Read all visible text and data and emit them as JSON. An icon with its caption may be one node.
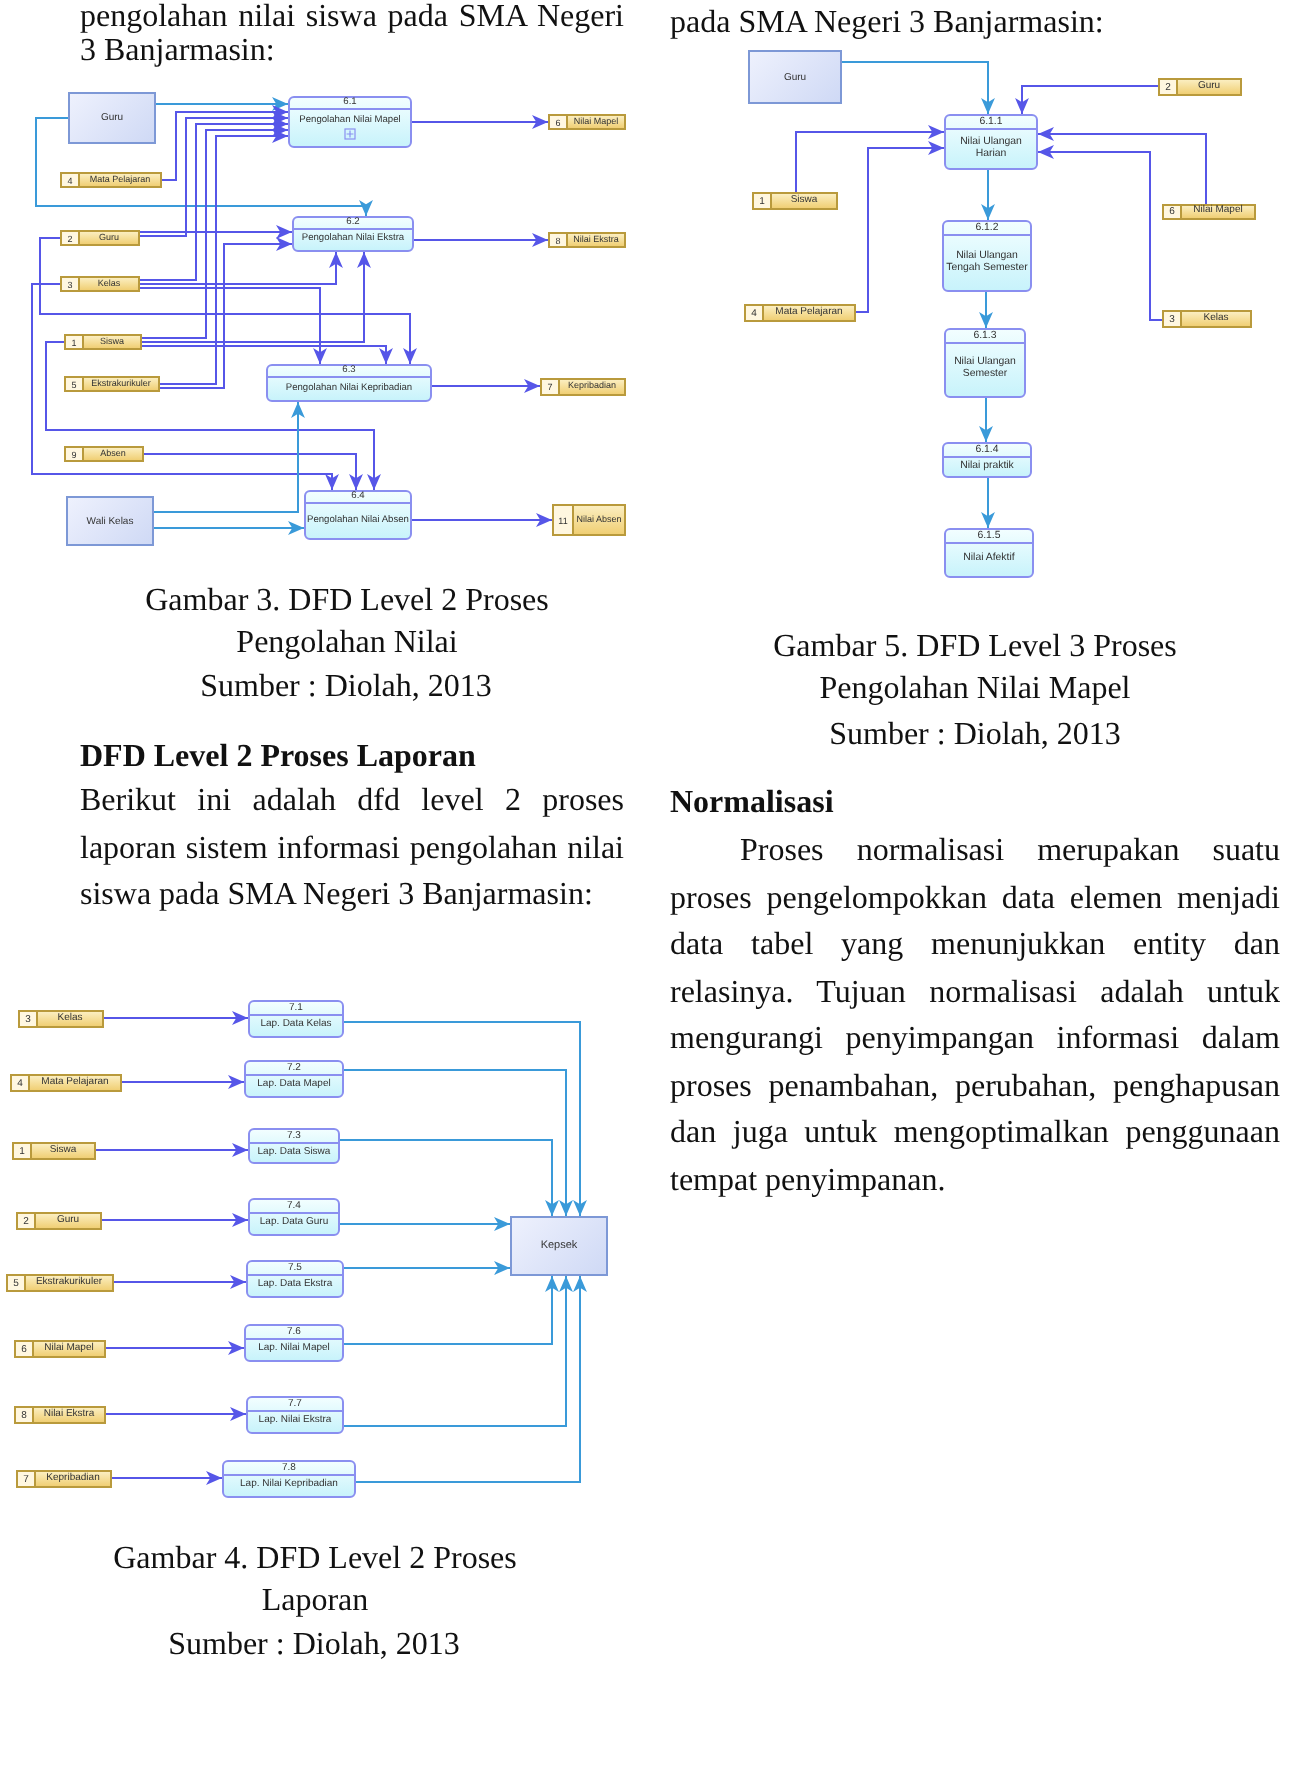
{
  "diagram": {
    "nodes": [
      {
        "text": [
          "Guru"
        ]
      },
      {
        "text": [
          "6.1",
          "Pengolahan Nilai Mapel"
        ]
      },
      {
        "text": [
          "6",
          "Nilai Mapel"
        ]
      },
      {
        "text": [
          "4",
          "Mata Pelajaran"
        ]
      },
      {
        "text": [
          "2",
          "Guru"
        ]
      },
      {
        "text": [
          "6.2",
          "Pengolahan Nilai Ekstra"
        ]
      },
      {
        "text": [
          "8",
          "Nilai Ekstra"
        ]
      },
      {
        "text": [
          "3",
          "Kelas"
        ]
      },
      {
        "text": [
          "1",
          "Siswa"
        ]
      },
      {
        "text": [
          "5",
          "Ekstrakurikuler"
        ]
      },
      {
        "text": [
          "6.3",
          "Pengolahan Nilai Kepribadian"
        ]
      },
      {
        "text": [
          "7",
          "Kepribadian"
        ]
      },
      {
        "text": [
          "9",
          "Absen"
        ]
      },
      {
        "text": [
          "Wali Kelas"
        ]
      },
      {
        "text": [
          "6.4",
          "Pengolahan Nilai Absen"
        ]
      },
      {
        "text": [
          "11",
          "Nilai Absen"
        ]
      },
      {
        "text": [
          "3",
          "Kelas"
        ]
      },
      {
        "text": [
          "7.1",
          "Lap. Data Kelas"
        ]
      },
      {
        "text": [
          "4",
          "Mata Pelajaran"
        ]
      },
      {
        "text": [
          "7.2",
          "Lap. Data Mapel"
        ]
      },
      {
        "text": [
          "1",
          "Siswa"
        ]
      },
      {
        "text": [
          "7.3",
          "Lap. Data Siswa"
        ]
      },
      {
        "text": [
          "2",
          "Guru"
        ]
      },
      {
        "text": [
          "7.4",
          "Lap. Data Guru"
        ]
      },
      {
        "text": [
          "5",
          "Ekstrakurikuler"
        ]
      },
      {
        "text": [
          "7.5",
          "Lap. Data Ekstra"
        ]
      },
      {
        "text": [
          "6",
          "Nilai Mapel"
        ]
      },
      {
        "text": [
          "7.6",
          "Lap. Nilai Mapel"
        ]
      },
      {
        "text": [
          "8",
          "Nilai Ekstra"
        ]
      },
      {
        "text": [
          "7.7",
          "Lap. Nilai Ekstra"
        ]
      },
      {
        "text": [
          "7",
          "Kepribadian"
        ]
      },
      {
        "text": [
          "7.8",
          "Lap. Nilai Kepribadian"
        ]
      },
      {
        "text": [
          "Kepsek"
        ]
      },
      {
        "text": [
          "Guru"
        ]
      },
      {
        "text": [
          "6.1.1",
          "Nilai Ulangan Harian"
        ]
      },
      {
        "text": [
          "2",
          "Guru"
        ]
      },
      {
        "text": [
          "1",
          "Siswa"
        ]
      },
      {
        "text": [
          "6",
          "Nilai Mapel"
        ]
      },
      {
        "text": [
          "6.1.2",
          "Nilai Ulangan Tengah Semester"
        ]
      },
      {
        "text": [
          "4",
          "Mata Pelajaran"
        ]
      },
      {
        "text": [
          "3",
          "Kelas"
        ]
      },
      {
        "text": [
          "6.1.3",
          "Nilai Ulangan Semester"
        ]
      },
      {
        "text": [
          "6.1.4",
          "Nilai praktik"
        ]
      },
      {
        "text": [
          "6.1.5",
          "Nilai Afektif"
        ]
      }
    ],
    "edges": [
      {
        "from": 0,
        "to": 1,
        "arrow": "to",
        "color": "#3a9ad9"
      },
      {
        "from": 0,
        "to": 5,
        "arrow": "to",
        "color": "#3a9ad9"
      },
      {
        "from": 3,
        "to": 1,
        "arrow": "to"
      },
      {
        "from": 4,
        "to": 1,
        "arrow": "to"
      },
      {
        "from": 4,
        "to": 5,
        "arrow": "to"
      },
      {
        "from": 4,
        "to": 10,
        "arrow": "to"
      },
      {
        "from": 7,
        "to": 1,
        "arrow": "to"
      },
      {
        "from": 7,
        "to": 5,
        "arrow": "to"
      },
      {
        "from": 7,
        "to": 10,
        "arrow": "to"
      },
      {
        "from": 7,
        "to": 14,
        "arrow": "to"
      },
      {
        "from": 8,
        "to": 1,
        "arrow": "to"
      },
      {
        "from": 8,
        "to": 5,
        "arrow": "to"
      },
      {
        "from": 8,
        "to": 10,
        "arrow": "to"
      },
      {
        "from": 8,
        "to": 14,
        "arrow": "to"
      },
      {
        "from": 9,
        "to": 1,
        "arrow": "to"
      },
      {
        "from": 9,
        "to": 5,
        "arrow": "to"
      },
      {
        "from": 12,
        "to": 14,
        "arrow": "to"
      },
      {
        "from": 13,
        "to": 10,
        "arrow": "to",
        "color": "#3a9ad9"
      },
      {
        "from": 13,
        "to": 14,
        "arrow": "to",
        "color": "#3a9ad9"
      },
      {
        "from": 1,
        "to": 2,
        "arrow": "to"
      },
      {
        "from": 5,
        "to": 6,
        "arrow": "to"
      },
      {
        "from": 10,
        "to": 11,
        "arrow": "to"
      },
      {
        "from": 14,
        "to": 15,
        "arrow": "to"
      },
      {
        "from": 16,
        "to": 17,
        "arrow": "to"
      },
      {
        "from": 18,
        "to": 19,
        "arrow": "to"
      },
      {
        "from": 20,
        "to": 21,
        "arrow": "to"
      },
      {
        "from": 22,
        "to": 23,
        "arrow": "to"
      },
      {
        "from": 24,
        "to": 25,
        "arrow": "to"
      },
      {
        "from": 26,
        "to": 27,
        "arrow": "to"
      },
      {
        "from": 28,
        "to": 29,
        "arrow": "to"
      },
      {
        "from": 30,
        "to": 31,
        "arrow": "to"
      },
      {
        "from": 17,
        "to": 32,
        "arrow": "to",
        "color": "#3a9ad9"
      },
      {
        "from": 19,
        "to": 32,
        "arrow": "to",
        "color": "#3a9ad9"
      },
      {
        "from": 21,
        "to": 32,
        "arrow": "to",
        "color": "#3a9ad9"
      },
      {
        "from": 23,
        "to": 32,
        "arrow": "to",
        "color": "#3a9ad9"
      },
      {
        "from": 25,
        "to": 32,
        "arrow": "to",
        "color": "#3a9ad9"
      },
      {
        "from": 27,
        "to": 32,
        "arrow": "to",
        "color": "#3a9ad9"
      },
      {
        "from": 29,
        "to": 32,
        "arrow": "to",
        "color": "#3a9ad9"
      },
      {
        "from": 31,
        "to": 32,
        "arrow": "to",
        "color": "#3a9ad9"
      },
      {
        "from": 33,
        "to": 34,
        "arrow": "to",
        "color": "#3a9ad9"
      },
      {
        "from": 35,
        "to": 34,
        "arrow": "to"
      },
      {
        "from": 36,
        "to": 34,
        "arrow": "to"
      },
      {
        "from": 39,
        "to": 34,
        "arrow": "to"
      },
      {
        "from": 37,
        "to": 34,
        "arrow": "to"
      },
      {
        "from": 40,
        "to": 34,
        "arrow": "to"
      },
      {
        "from": 34,
        "to": 38,
        "arrow": "to",
        "color": "#3a9ad9"
      },
      {
        "from": 38,
        "to": 41,
        "arrow": "to",
        "color": "#3a9ad9"
      },
      {
        "from": 41,
        "to": 42,
        "arrow": "to",
        "color": "#3a9ad9"
      },
      {
        "from": 42,
        "to": 43,
        "arrow": "to",
        "color": "#3a9ad9"
      }
    ],
    "labels": [
      "pengolahan nilai siswa pada SMA Negeri 3 Banjarmasin:",
      "Gambar 3. DFD Level 2 Proses Pengolahan Nilai",
      "Sumber : Diolah, 2013",
      "DFD Level 2 Proses Laporan",
      "Berikut ini adalah dfd level 2 proses laporan sistem informasi pengolahan nilai siswa pada SMA Negeri 3 Banjarmasin:",
      "Gambar 4. DFD Level 2 Proses Laporan",
      "Sumber : Diolah, 2013",
      "pada SMA Negeri 3 Banjarmasin:",
      "Gambar 5. DFD Level 3 Proses Pengolahan Nilai Mapel",
      "Sumber : Diolah, 2013",
      "Normalisasi",
      "Proses normalisasi merupakan suatu proses pengelompokkan data elemen menjadi data tabel yang menunjukkan entity dan relasinya. Tujuan normalisasi adalah untuk mengurangi penyimpangan informasi dalam proses penambahan, perubahan, penghapusan dan juga untuk mengoptimalkan penggunaan tempat penyimpanan."
    ]
  }
}
